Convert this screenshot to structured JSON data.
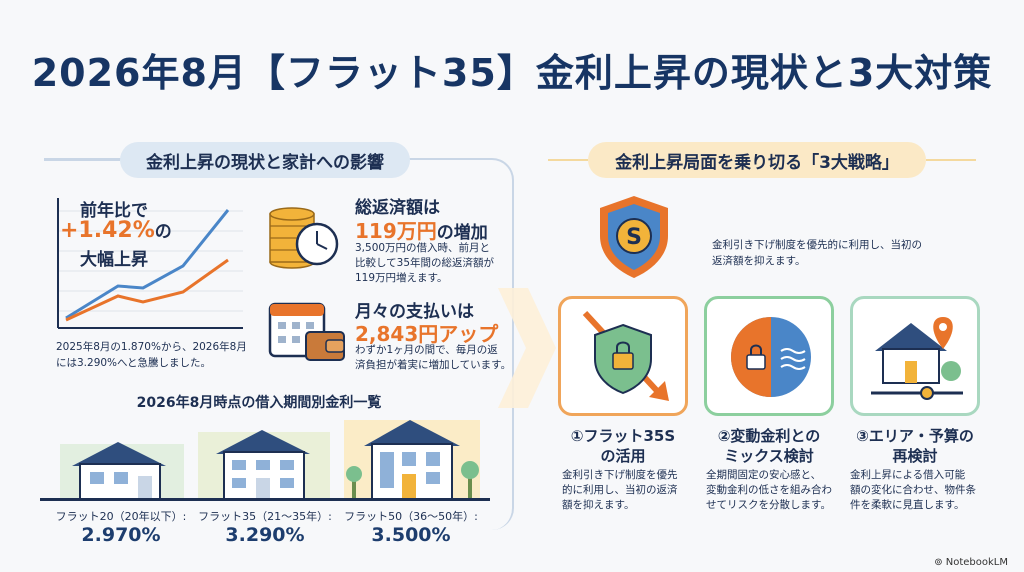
{
  "title": "2026年8月【フラット35】金利上昇の現状と3大対策",
  "left_section": {
    "header": "金利上昇の現状と家計への影響",
    "trend": {
      "line1": "前年比で",
      "highlight": "+1.42%",
      "suffix": "の",
      "line3": "大幅上昇",
      "caption1": "2025年8月の1.870%から、2026年8月",
      "caption2": "には3.290%へと急騰しました。"
    },
    "total": {
      "heading": "総返済額は",
      "highlight": "119万円",
      "suffix": "の増加",
      "desc1": "3,500万円の借入時、前月と",
      "desc2": "比較して35年間の総返済額が",
      "desc3": "119万円増えます。"
    },
    "monthly": {
      "heading": "月々の支払いは",
      "highlight": "2,843円アップ",
      "desc1": "わずか1ヶ月の間で、毎月の返",
      "desc2": "済負担が着実に増加しています。"
    },
    "rates_title": "2026年8月時点の借入期間別金利一覧",
    "rates": [
      {
        "label": "フラット20（20年以下）:",
        "value": "2.970%"
      },
      {
        "label": "フラット35（21〜35年）:",
        "value": "3.290%"
      },
      {
        "label": "フラット50（36〜50年）:",
        "value": "3.500%"
      }
    ]
  },
  "right_section": {
    "header": "金利上昇局面を乗り切る「3大戦略」",
    "intro1": "金利引き下げ制度を優先的に利用し、当初の",
    "intro2": "返済額を抑えます。",
    "shield_letter": "S",
    "strategies": [
      {
        "title1": "①フラット35S",
        "title2": "の活用",
        "desc1": "金利引き下げ制度を優先",
        "desc2": "的に利用し、当初の返済",
        "desc3": "額を抑えます。"
      },
      {
        "title1": "②変動金利との",
        "title2": "ミックス検討",
        "desc1": "全期間固定の安心感と、",
        "desc2": "変動金利の低さを組み合わ",
        "desc3": "せてリスクを分散します。"
      },
      {
        "title1": "③エリア・予算の",
        "title2": "再検討",
        "desc1": "金利上昇による借入可能",
        "desc2": "額の変化に合わせ、物件条",
        "desc3": "件を柔軟に見直します。"
      }
    ]
  },
  "footer": {
    "brand": "NotebookLM"
  },
  "colors": {
    "navy": "#173564",
    "orange": "#e8742b",
    "blue": "#4a86c8",
    "green": "#7bbf8e"
  }
}
